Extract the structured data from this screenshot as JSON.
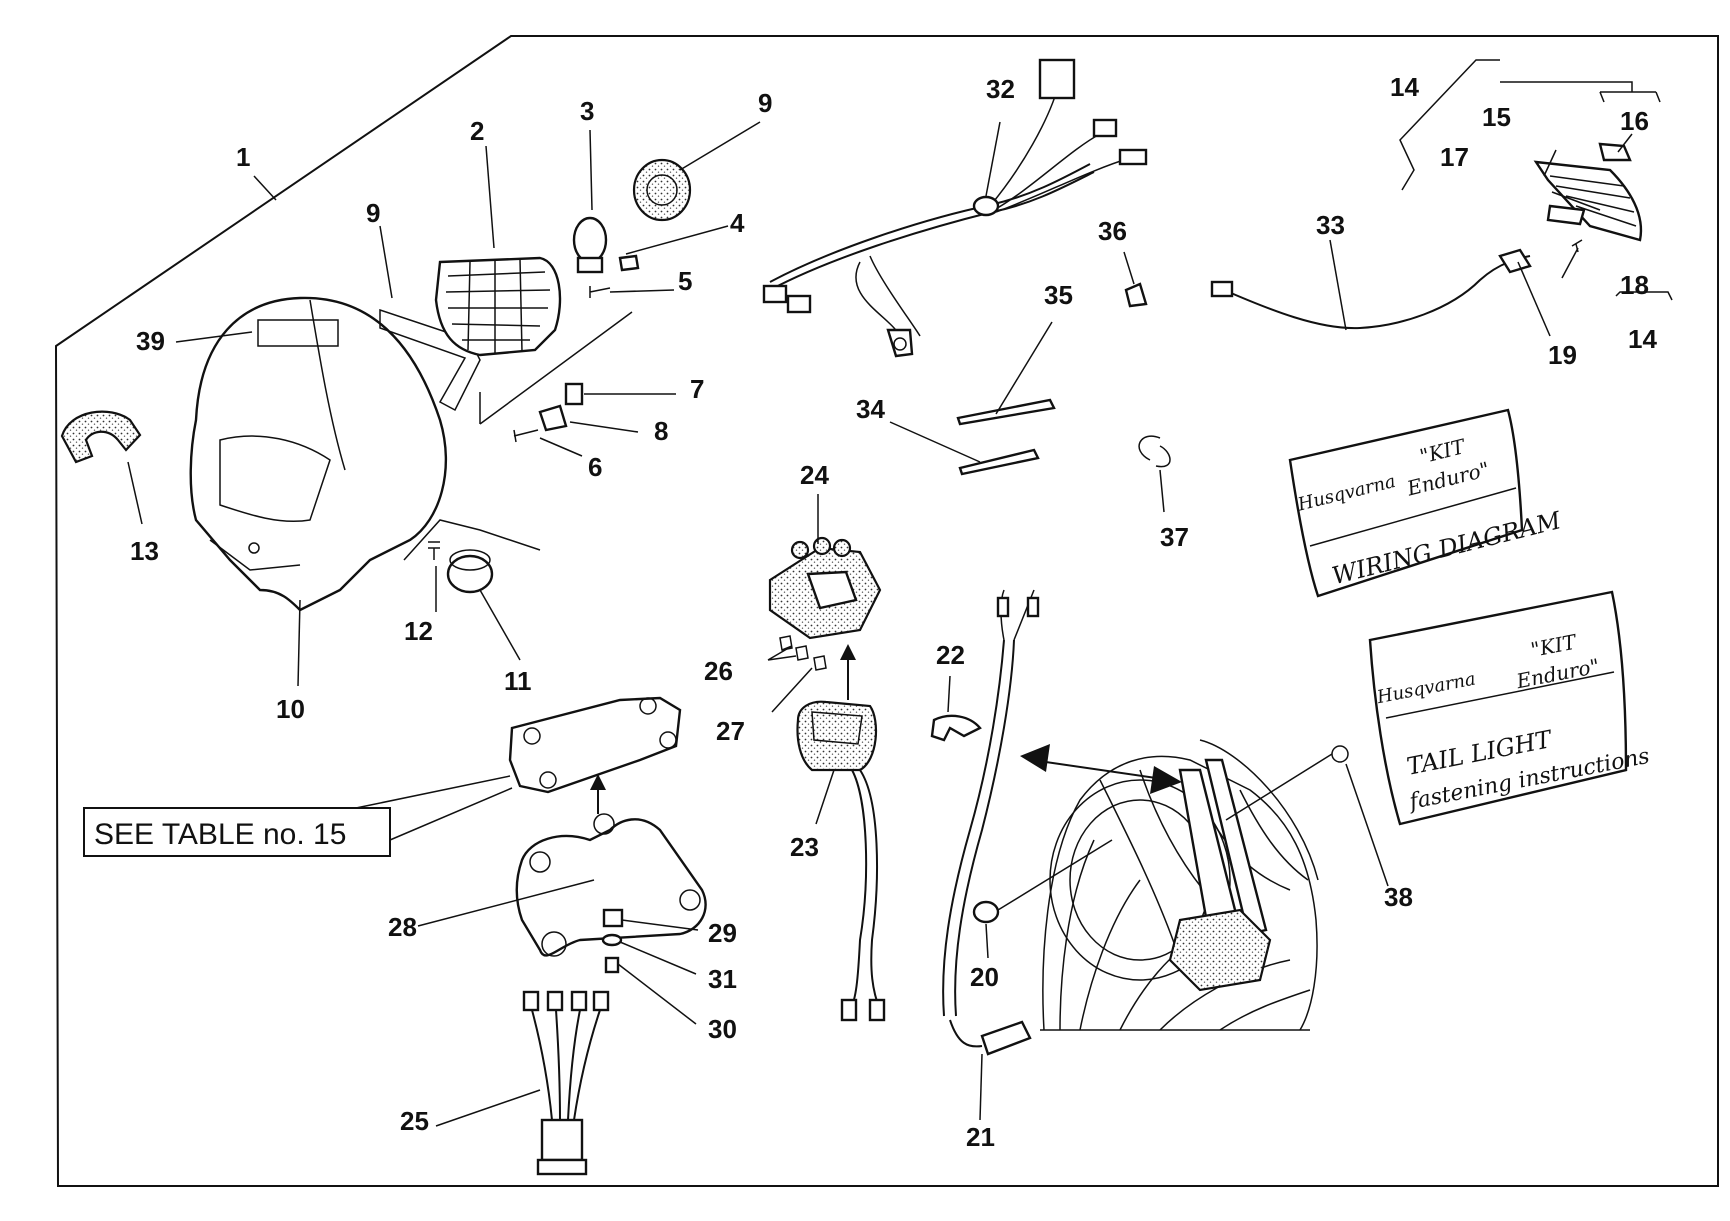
{
  "labels": {
    "l1": "1",
    "l2": "2",
    "l3": "3",
    "l4": "4",
    "l5": "5",
    "l6": "6",
    "l7": "7",
    "l8": "8",
    "l9a": "9",
    "l9b": "9",
    "l10": "10",
    "l11": "11",
    "l12": "12",
    "l13": "13",
    "l14a": "14",
    "l14b": "14",
    "l15": "15",
    "l16": "16",
    "l17": "17",
    "l18": "18",
    "l19": "19",
    "l20": "20",
    "l21": "21",
    "l22": "22",
    "l23": "23",
    "l24": "24",
    "l25": "25",
    "l26": "26",
    "l27": "27",
    "l28": "28",
    "l29": "29",
    "l30": "30",
    "l31": "31",
    "l32": "32",
    "l33": "33",
    "l34": "34",
    "l35": "35",
    "l36": "36",
    "l37": "37",
    "l38": "38",
    "l39": "39"
  },
  "note": "SEE TABLE no. 15",
  "wiring_card": {
    "brand": "Husqvarna",
    "kit_line1": "\"KIT",
    "kit_line2": "Enduro\"",
    "title": "WIRING DIAGRAM"
  },
  "tail_card": {
    "brand": "Husqvarna",
    "kit_line1": "\"KIT",
    "kit_line2": "Enduro\"",
    "title_line1": "TAIL LIGHT",
    "title_line2": "fastening instructions"
  }
}
